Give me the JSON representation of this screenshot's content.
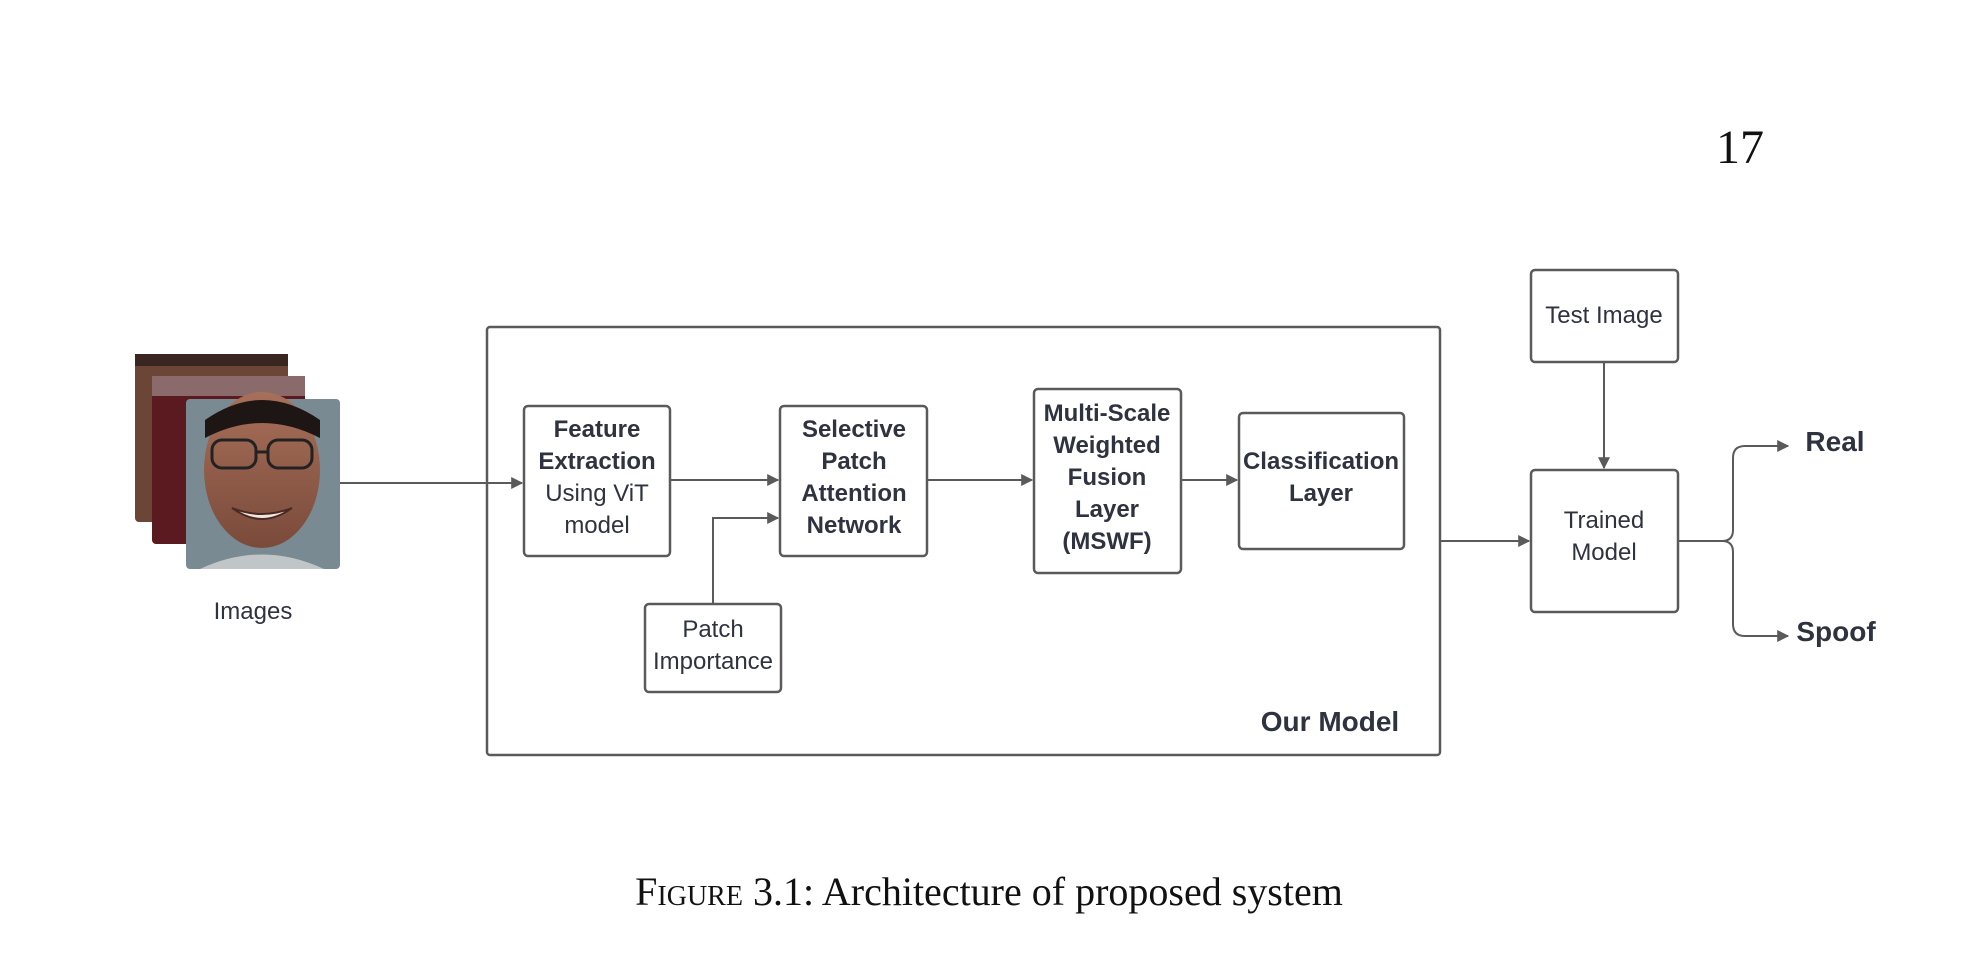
{
  "page_number": "17",
  "images_label": "Images",
  "boxes": {
    "feature_extraction": [
      "Feature",
      "Extraction",
      "Using ViT",
      "model"
    ],
    "selective_patch": [
      "Selective",
      "Patch",
      "Attention",
      "Network"
    ],
    "mswf": [
      "Multi-Scale",
      "Weighted",
      "Fusion",
      "Layer",
      "(MSWF)"
    ],
    "classification": [
      "Classification",
      "Layer"
    ],
    "patch_importance": [
      "Patch",
      "Importance"
    ],
    "test_image": "Test Image",
    "trained_model": [
      "Trained",
      "Model"
    ]
  },
  "container_label": "Our Model",
  "outputs": {
    "real": "Real",
    "spoof": "Spoof"
  },
  "caption": {
    "prefix": "Figure 3.1:",
    "text": " Architecture of proposed system"
  }
}
